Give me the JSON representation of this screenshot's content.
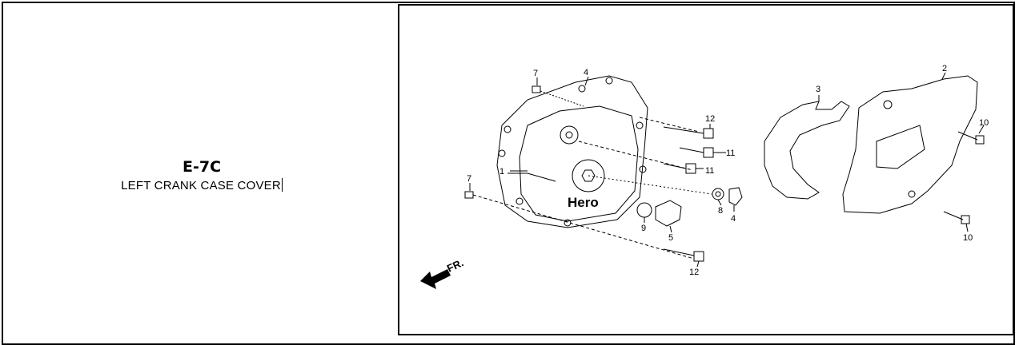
{
  "section_code": "E-7C",
  "section_title": "LEFT CRANK CASE COVER",
  "diagram": {
    "brand_text": "Hero",
    "direction_label": "FR.",
    "callouts": [
      "1",
      "2",
      "3",
      "4",
      "4",
      "5",
      "7",
      "7",
      "8",
      "9",
      "10",
      "10",
      "11",
      "11",
      "12",
      "12"
    ]
  }
}
